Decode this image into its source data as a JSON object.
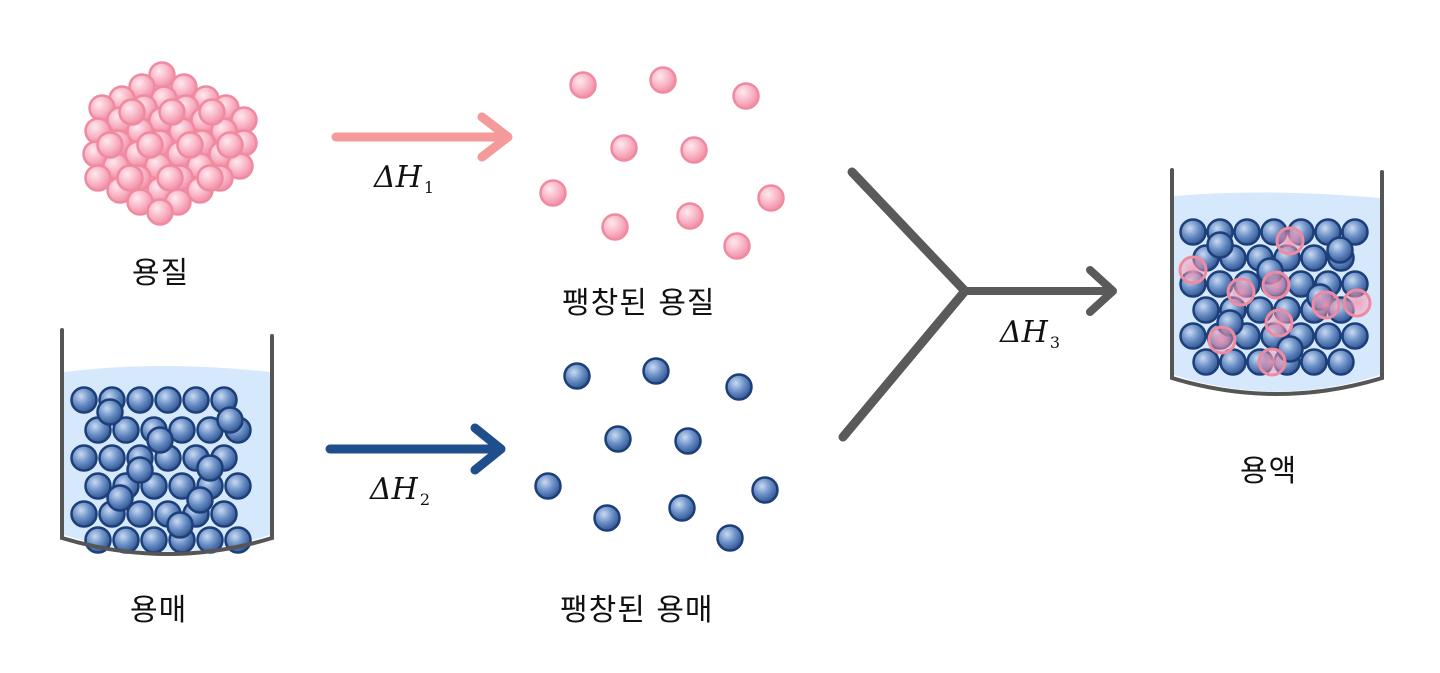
{
  "labels": {
    "solute": "용질",
    "solvent": "용매",
    "expanded_solute": "팽창된  용질",
    "expanded_solvent": "팽창된 용매",
    "solution": "용액"
  },
  "enthalpy": {
    "dh1": {
      "symbol": "ΔH",
      "sub": "1"
    },
    "dh2": {
      "symbol": "ΔH",
      "sub": "2"
    },
    "dh3": {
      "symbol": "ΔH",
      "sub": "3"
    }
  },
  "colors": {
    "solute_particle": "#f7a3b5",
    "solute_outline": "#f08aa0",
    "solvent_particle": "#5b7fb8",
    "solvent_outline": "#1c3f7a",
    "solute_arrow": "#f49a9a",
    "solvent_arrow": "#1f4e8c",
    "merge_arrow": "#5a5a5a",
    "liquid": "#d6e8fb",
    "beaker": "#555555"
  }
}
